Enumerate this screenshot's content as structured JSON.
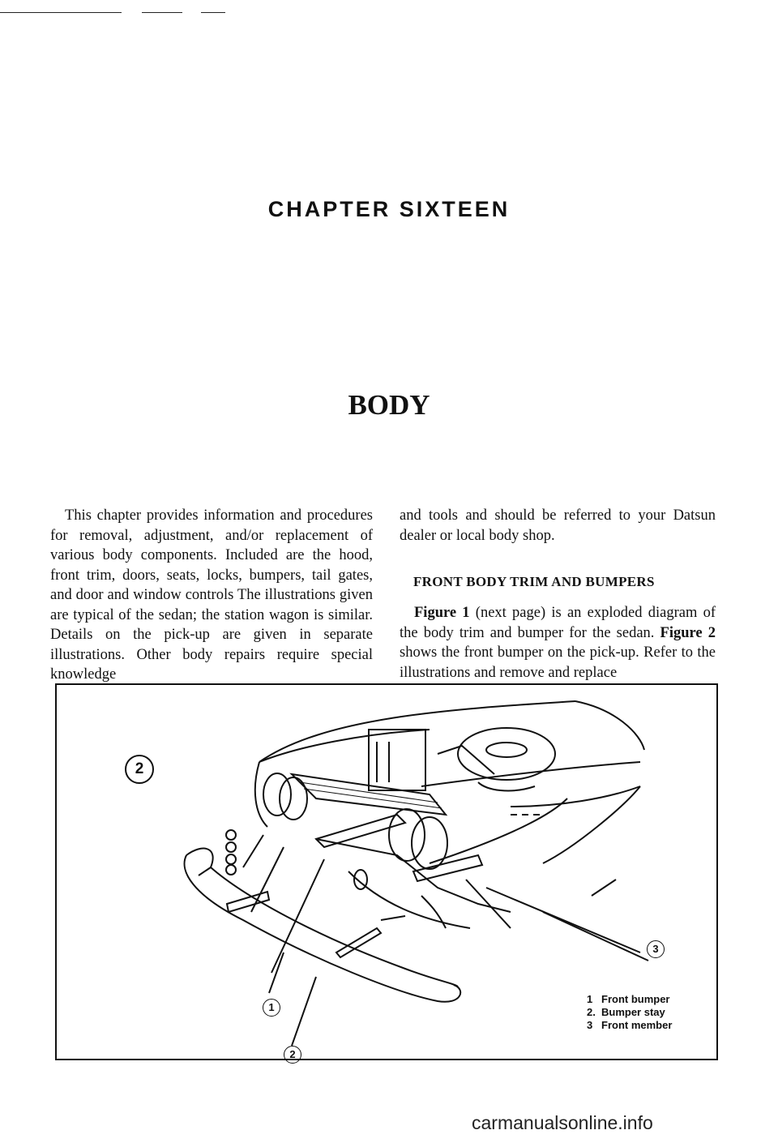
{
  "page": {
    "chapter": "CHAPTER SIXTEEN",
    "title": "BODY",
    "intro_left": "This chapter provides information and procedures for removal, adjustment, and/or replacement of various body components. Included are the hood, front trim, doors, seats, locks, bumpers, tail gates, and door and window controls The illustrations given are typical of the sedan; the station wagon is similar. Details on the pick-up are given in separate illustrations. Other body repairs require special knowledge",
    "intro_right": "and tools and should be referred to your Datsun dealer or local body shop.",
    "section_heading": "FRONT BODY TRIM AND BUMPERS",
    "section_body_fig1": "Figure 1",
    "section_body_part1": " (next page) is an exploded diagram of the body trim and bumper for the sedan. ",
    "section_body_fig2": "Figure 2",
    "section_body_part2": " shows the front bumper on the pick-up. Refer to the illustrations and remove and replace"
  },
  "figure": {
    "number": "2",
    "callouts": [
      "1",
      "2",
      "3"
    ],
    "legend": [
      {
        "num": "1",
        "label": "Front bumper"
      },
      {
        "num": "2.",
        "label": "Bumper stay"
      },
      {
        "num": "3",
        "label": "Front member"
      }
    ]
  },
  "footer": {
    "watermark": "carmanualsonline.info"
  }
}
